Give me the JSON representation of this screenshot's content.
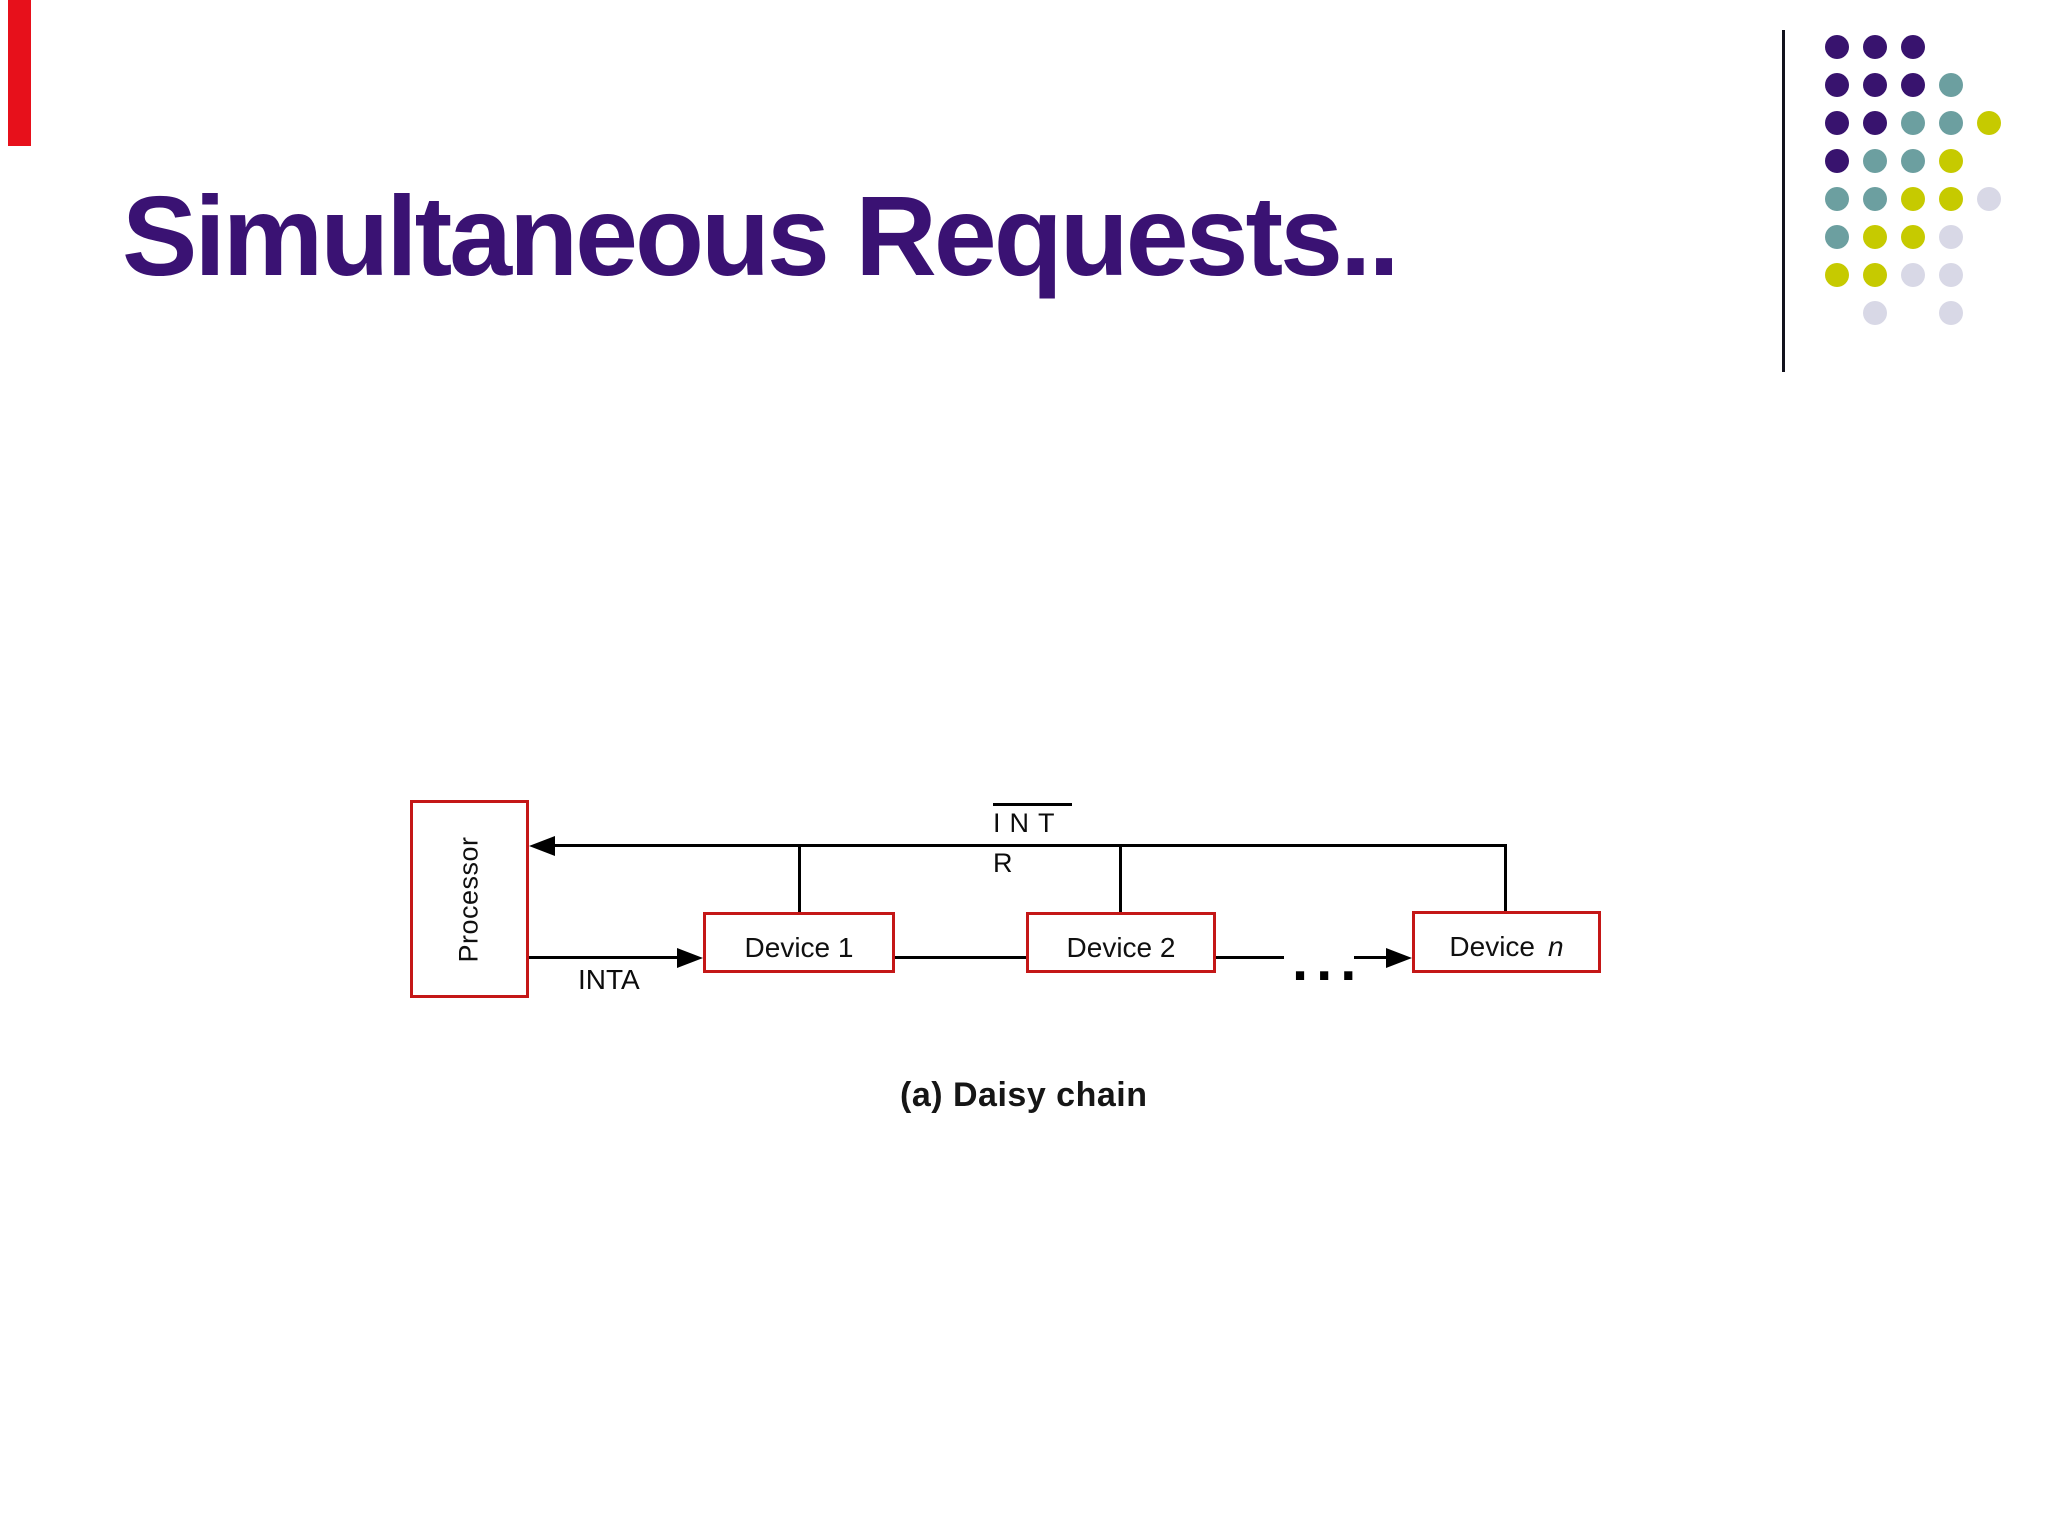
{
  "slide": {
    "title": "Simultaneous Requests..",
    "colors": {
      "title": "#3a1273",
      "accent_bar": "#e7101b",
      "box_border": "#c41717",
      "line": "#000000",
      "dot_purple": "#38136e",
      "dot_teal": "#6c9fa0",
      "dot_yellow": "#c6ca00",
      "dot_lavender": "#d8d8e6"
    }
  },
  "decoration": {
    "dot_rows": [
      [
        "purple",
        "purple",
        "purple",
        null,
        null
      ],
      [
        "purple",
        "purple",
        "purple",
        "teal",
        null
      ],
      [
        "purple",
        "purple",
        "teal",
        "teal",
        "yellow"
      ],
      [
        "purple",
        "teal",
        "teal",
        "yellow",
        null
      ],
      [
        "teal",
        "teal",
        "yellow",
        "yellow",
        "lavender"
      ],
      [
        "teal",
        "yellow",
        "yellow",
        "lavender",
        null
      ],
      [
        "yellow",
        "yellow",
        "lavender",
        "lavender",
        null
      ],
      [
        null,
        "lavender",
        null,
        "lavender",
        null
      ]
    ]
  },
  "diagram": {
    "processor_label": "Processor",
    "bus_label_top": "INT",
    "bus_label_bottom": "R",
    "inta_label": "INTA",
    "devices": [
      {
        "label": "Device 1",
        "italic": ""
      },
      {
        "label": "Device 2",
        "italic": ""
      },
      {
        "label": "Device",
        "italic": "n"
      }
    ],
    "ellipsis": "...",
    "caption": "(a) Daisy chain"
  }
}
